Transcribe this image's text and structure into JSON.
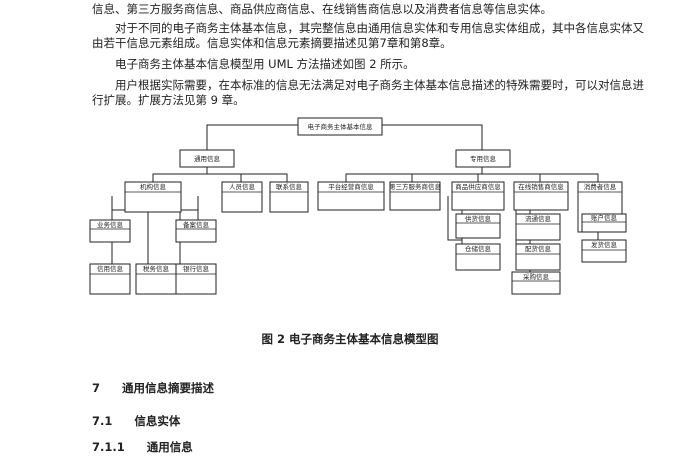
{
  "text": {
    "line1": "信息、第三方服务商信息、商品供应商信息、在线销售商信息以及消费者信息等信息实体。",
    "para2": "对于不同的电子商务主体基本信息，其完整信息由通用信息实体和专用信息实体组成，其中各信息实体又由若干信息元素组成。信息实体和信息元素摘要描述见第7章和第8章。",
    "para3": "电子商务主体基本信息模型用 UML 方法描述如图 2 所示。",
    "para4": "用户根据实际需要，在本标准的信息无法满足对电子商务主体基本信息描述的特殊需要时，可以对信息进行扩展。扩展方法见第 9 章。"
  },
  "diagram": {
    "root": "电子商务主体基本信息",
    "general": "通用信息",
    "special": "专用信息",
    "org": "机构信息",
    "person": "人员信息",
    "contact": "联系信息",
    "business": "业务信息",
    "filing": "备案信息",
    "credit": "信用信息",
    "tax": "税务信息",
    "bank": "银行信息",
    "platform": "平台经营商信息",
    "third": "第三方服务商信息",
    "supplier": "商品供应商信息",
    "seller": "在线销售商信息",
    "consumer": "消费者信息",
    "supply_goods": "供货信息",
    "warehouse": "仓储信息",
    "logistics": "流通信息",
    "delivery": "配货信息",
    "purchase": "采购信息",
    "account": "账户信息",
    "bill": "发货信息"
  },
  "caption": "图 2    电子商务主体基本信息模型图",
  "headings": [
    {
      "num": "7",
      "title": "通用信息摘要描述"
    },
    {
      "num": "7.1",
      "title": "信息实体"
    },
    {
      "num": "7.1.1",
      "title": "通用信息"
    }
  ]
}
